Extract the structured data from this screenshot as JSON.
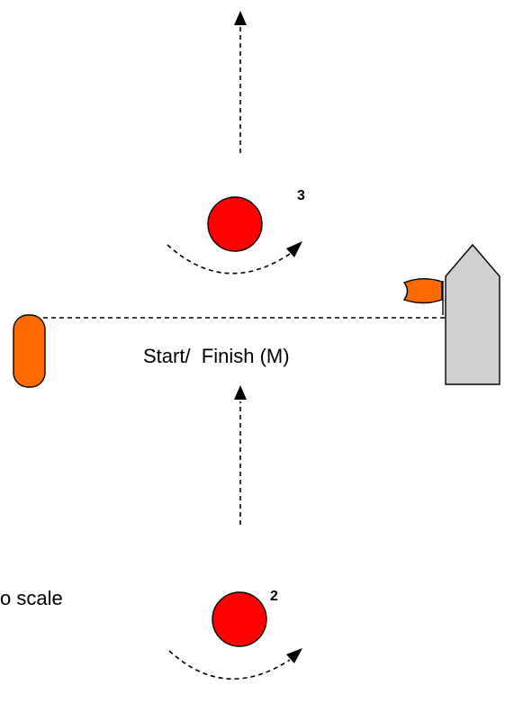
{
  "labels": {
    "start_finish": "Start/  Finish (M)",
    "scale_note": "o scale",
    "mark_3": "3",
    "mark_2": "2"
  },
  "colors": {
    "mark": "#ff0000",
    "pin_end_buoy": "#ff6a00",
    "flag": "#ff6a00",
    "committee_boat": "#d0d0d0",
    "line": "#000000"
  }
}
